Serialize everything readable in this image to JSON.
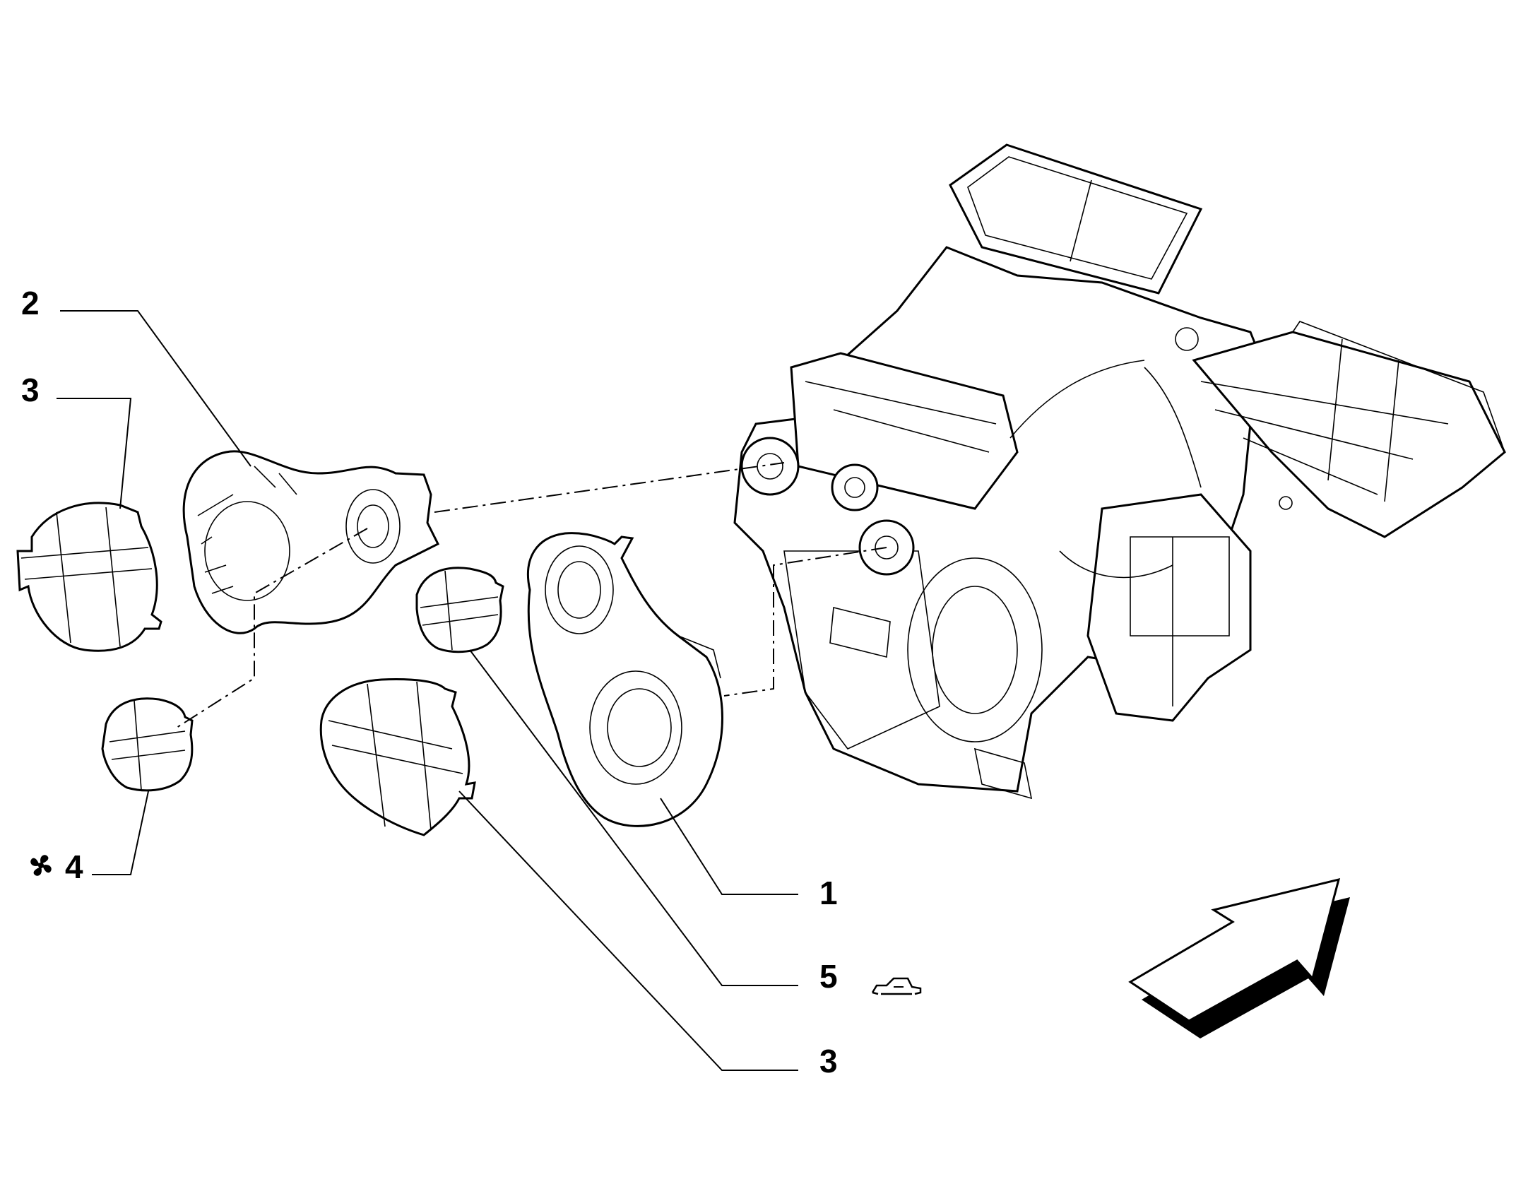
{
  "callouts": [
    {
      "id": "c2",
      "label": "2"
    },
    {
      "id": "c3a",
      "label": "3"
    },
    {
      "id": "c4",
      "label": "4"
    },
    {
      "id": "c1",
      "label": "1"
    },
    {
      "id": "c5",
      "label": "5"
    },
    {
      "id": "c3b",
      "label": "3"
    }
  ],
  "icons": {
    "fan": "fan-icon",
    "car": "car-icon",
    "direction": "direction-arrow-icon"
  }
}
